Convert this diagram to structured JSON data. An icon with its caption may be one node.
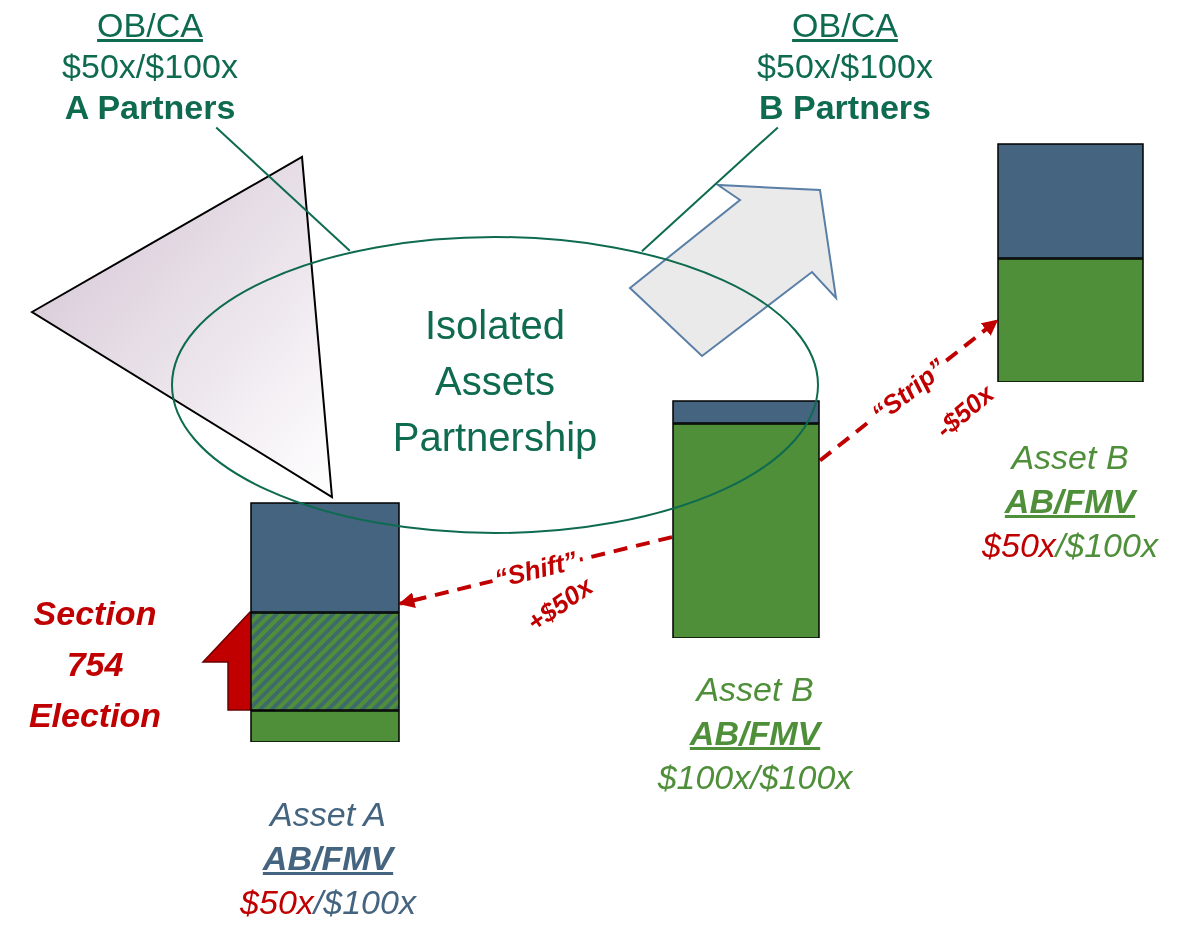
{
  "diagram": {
    "nodes": [
      {
        "text": [
          "OB/CA",
          "$50x/$100x",
          "A Partners"
        ]
      },
      {
        "text": [
          "OB/CA",
          "$50x/$100x",
          "B Partners"
        ]
      },
      {
        "text": [
          "Isolated Assets Partnership"
        ]
      },
      {
        "text": [],
        "shape": "bar",
        "beside": [
          "Asset B",
          "AB/FMV",
          "$50x/$100x"
        ]
      },
      {
        "text": [],
        "shape": "bar",
        "beside": [
          "Asset B",
          "AB/FMV",
          "$100x/$100x"
        ]
      },
      {
        "text": [],
        "shape": "bar",
        "beside": [
          "Asset A",
          "AB/FMV",
          "$50x/$100x"
        ]
      }
    ],
    "edges": [
      {
        "from": 0,
        "to": 2,
        "arrow": "none"
      },
      {
        "from": 1,
        "to": 2,
        "arrow": "none"
      },
      {
        "from": 4,
        "to": 3,
        "arrow": "to",
        "label": "“Strip”",
        "style": "dashed",
        "color": "#c00000"
      },
      {
        "from": 4,
        "to": 5,
        "arrow": "to",
        "label": "“Shift”",
        "style": "dashed",
        "color": "#c00000"
      }
    ],
    "labels": [
      "-$50x",
      "+$50x",
      "Section 754 Election"
    ]
  }
}
